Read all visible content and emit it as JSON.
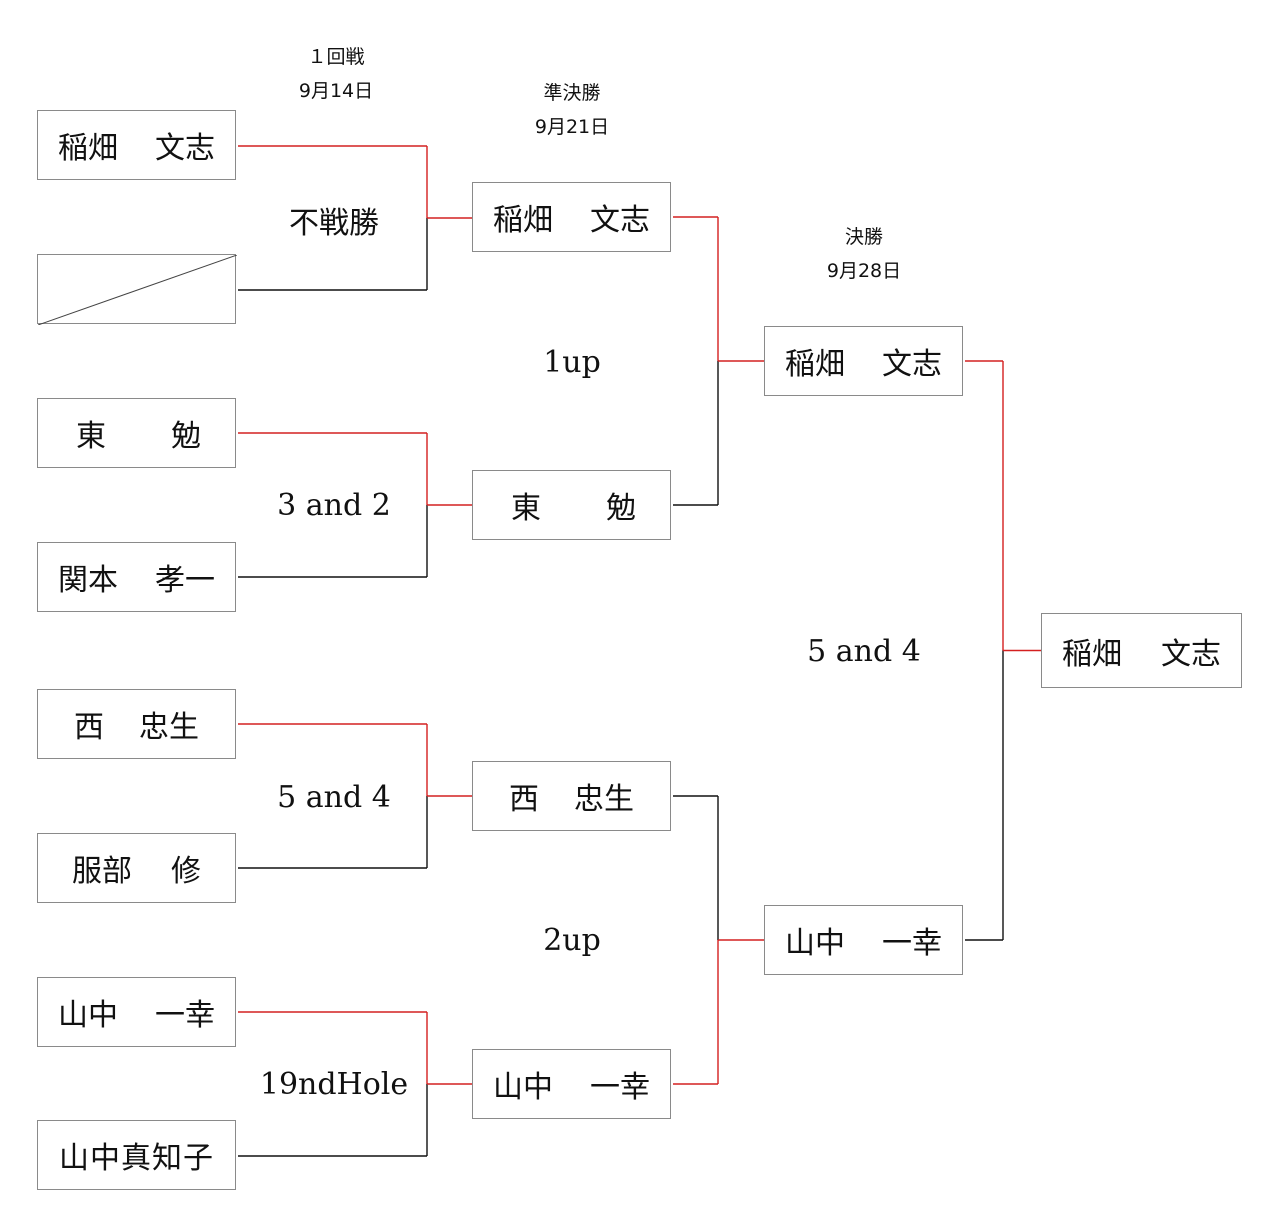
{
  "rounds": [
    {
      "name": "１回戦",
      "date": "9月14日"
    },
    {
      "name": "準決勝",
      "date": "9月21日"
    },
    {
      "name": "決勝",
      "date": "9月28日"
    }
  ],
  "round1": [
    {
      "first": "稲畑",
      "last": "文志",
      "won": true
    },
    {
      "first": "",
      "last": "",
      "won": false,
      "empty": true
    },
    {
      "first": "東",
      "last": "勉",
      "won": true
    },
    {
      "first": "関本",
      "last": "孝一",
      "won": false
    },
    {
      "first": "西",
      "last": "忠生",
      "won": true
    },
    {
      "first": "服部",
      "last": "修",
      "won": false
    },
    {
      "first": "山中",
      "last": "一幸",
      "won": true
    },
    {
      "full": "山中真知子",
      "won": false
    }
  ],
  "round1_results": [
    "不戦勝",
    "3 and 2",
    "5 and 4",
    "19ndHole"
  ],
  "semifinal": [
    {
      "first": "稲畑",
      "last": "文志",
      "won": true
    },
    {
      "first": "東",
      "last": "勉",
      "won": false
    },
    {
      "first": "西",
      "last": "忠生",
      "won": false
    },
    {
      "first": "山中",
      "last": "一幸",
      "won": true
    }
  ],
  "semifinal_results": [
    "1up",
    "2up"
  ],
  "final": [
    {
      "first": "稲畑",
      "last": "文志",
      "won": true
    },
    {
      "first": "山中",
      "last": "一幸",
      "won": false
    }
  ],
  "final_result": "5 and 4",
  "champion": {
    "first": "稲畑",
    "last": "文志"
  },
  "colors": {
    "winner_line": "#d42020",
    "loser_line": "#111111",
    "box_border": "#8a8a8a"
  }
}
